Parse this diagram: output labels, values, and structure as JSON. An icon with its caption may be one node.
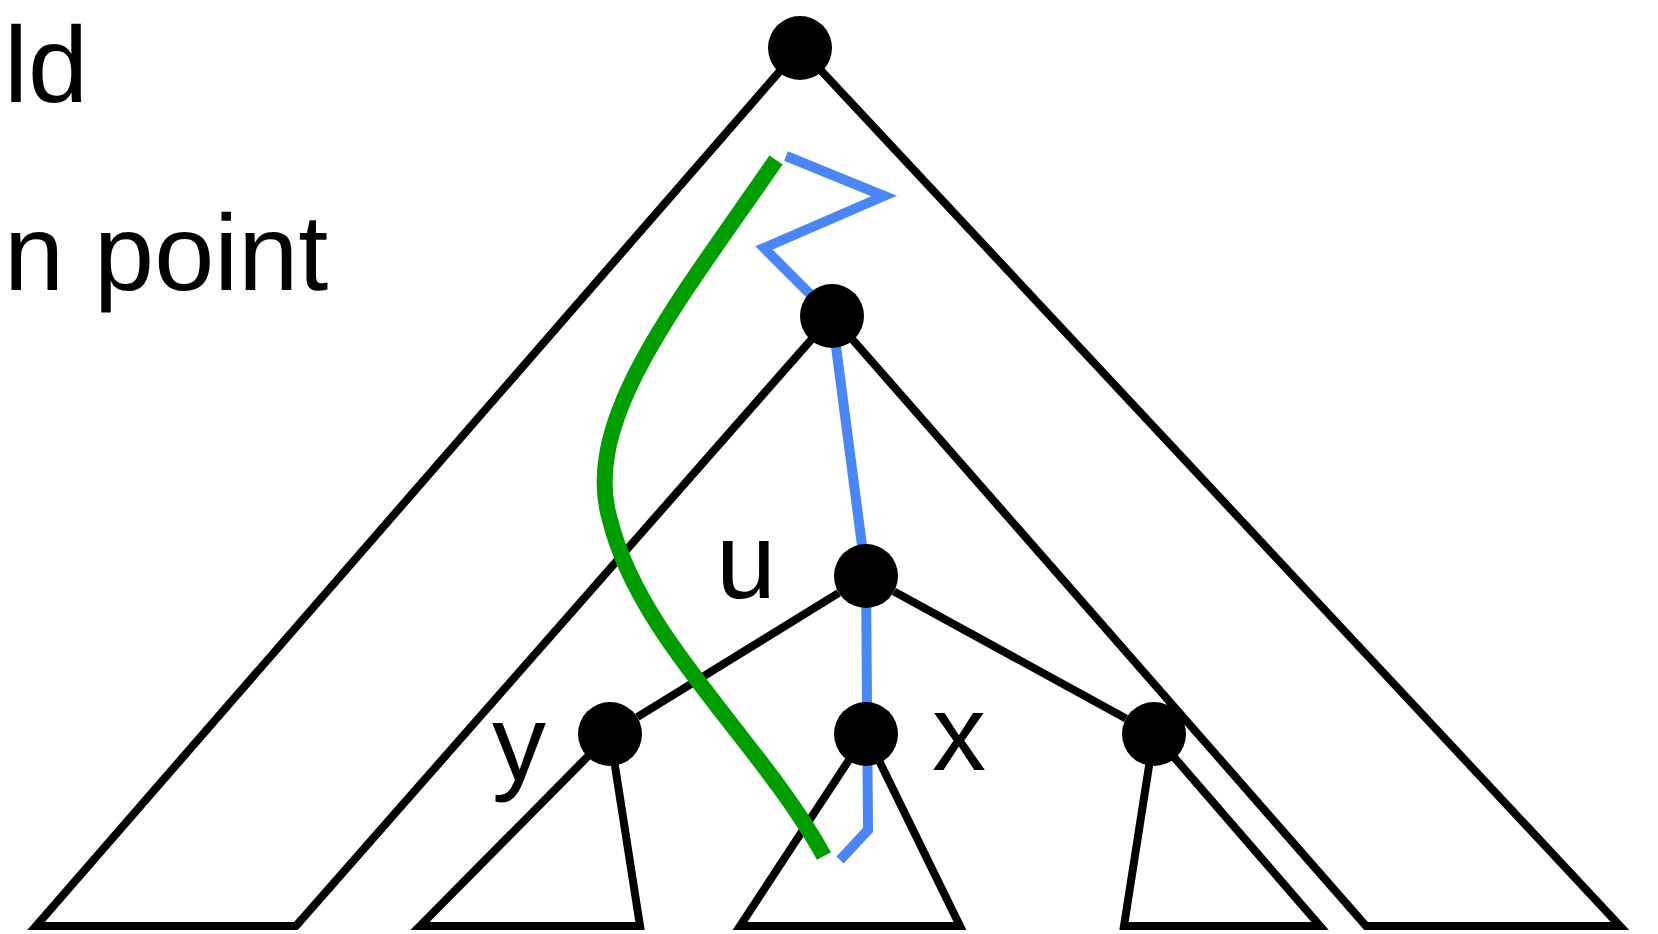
{
  "diagram": {
    "nodes": [
      {
        "text": [],
        "shape": "circle"
      },
      {
        "text": [],
        "shape": "circle"
      },
      {
        "text": [],
        "shape": "circle",
        "beside": [
          "u"
        ]
      },
      {
        "text": [],
        "shape": "circle",
        "beside": [
          "y"
        ]
      },
      {
        "text": [],
        "shape": "circle",
        "beside": [
          "x"
        ]
      },
      {
        "text": [],
        "shape": "circle"
      }
    ],
    "edges": [
      {
        "from": 2,
        "to": 3,
        "arrow": "none"
      },
      {
        "from": 2,
        "to": 5,
        "arrow": "none"
      }
    ],
    "labels": [
      "ld",
      "n point"
    ]
  }
}
